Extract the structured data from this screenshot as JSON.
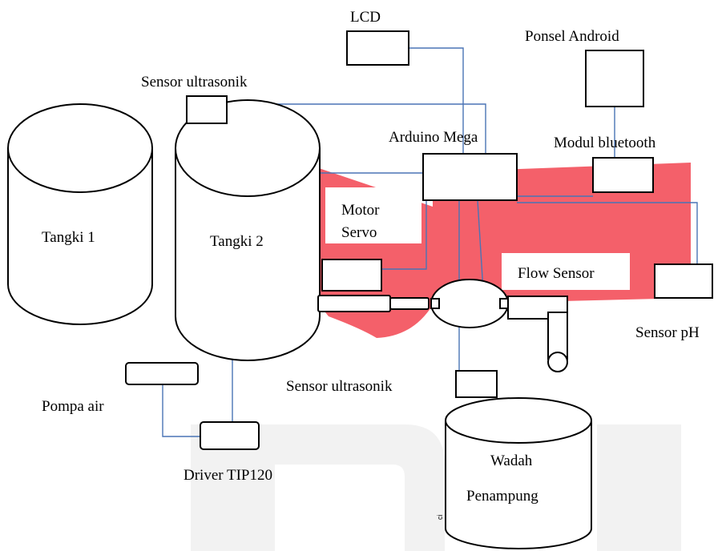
{
  "labels": {
    "lcd": "LCD",
    "ponsel": "Ponsel Android",
    "sensor_ultrasonik_top": "Sensor ultrasonik",
    "arduino": "Arduino Mega",
    "bluetooth": "Modul bluetooth",
    "tangki1": "Tangki 1",
    "tangki2": "Tangki 2",
    "motor_servo_1": "Motor",
    "motor_servo_2": "Servo",
    "flow_sensor": "Flow Sensor",
    "sensor_ph": "Sensor pH",
    "sensor_ultrasonik_bottom": "Sensor ultrasonik",
    "pompa": "Pompa air",
    "driver": "Driver TIP120",
    "wadah_1": "Wadah",
    "wadah_2": "Penampung",
    "stray_mark": "ci"
  },
  "colors": {
    "wire": "#4a74b5",
    "watermark_red": "#f4606a",
    "watermark_gray": "#f2f2f2"
  }
}
